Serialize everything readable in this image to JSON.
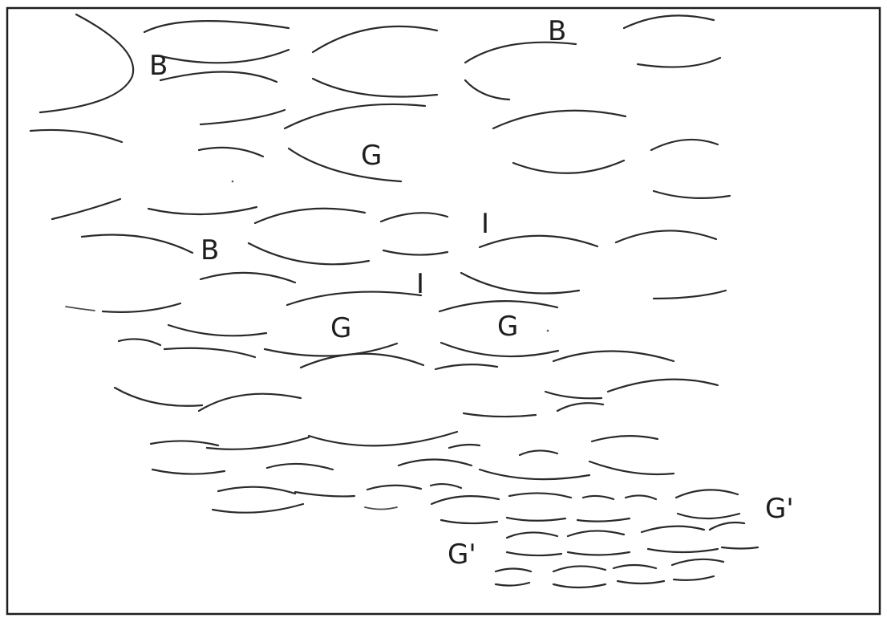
{
  "figure": {
    "labels": {
      "b_top_left": "B",
      "b_top_right": "B",
      "b_middle": "B",
      "g_upper": "G",
      "g_middle_left": "G",
      "g_middle_right": "G",
      "i_upper": "I",
      "i_lower": "I",
      "g_prime_right": "G'",
      "g_prime_bottom": "G'"
    }
  },
  "colors": {
    "ink": "#1e1e1e",
    "paper": "#ffffff"
  }
}
